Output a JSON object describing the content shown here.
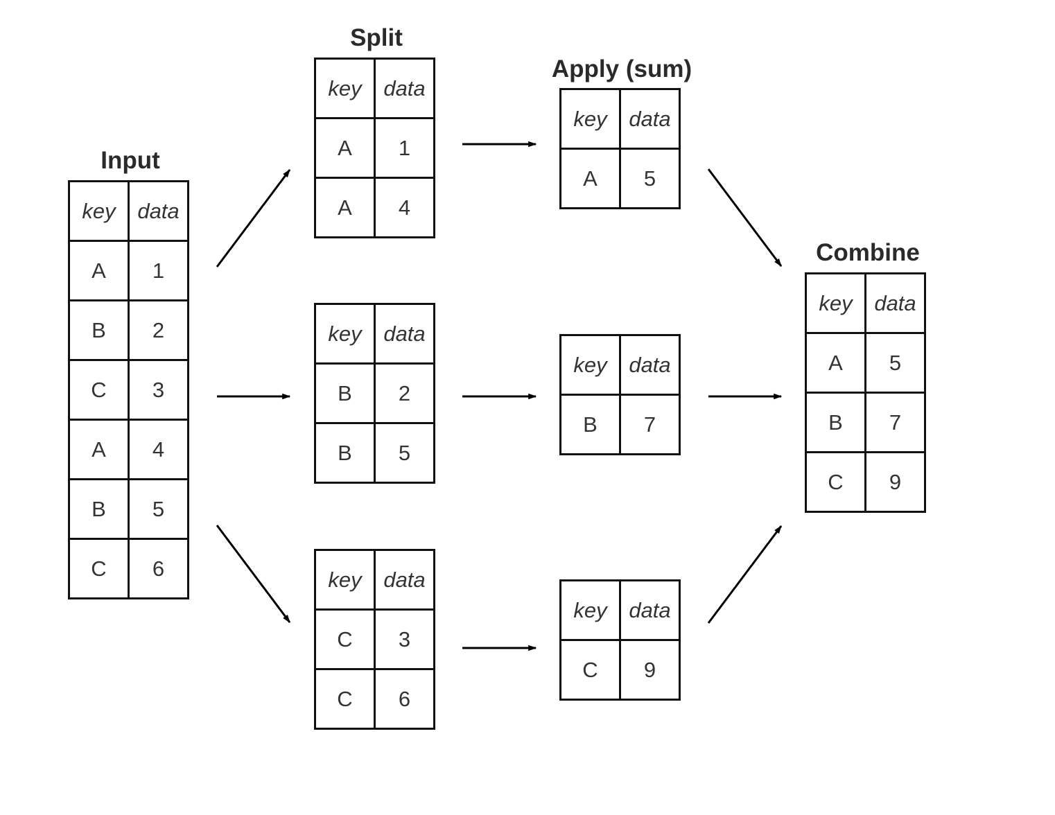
{
  "titles": {
    "input": "Input",
    "split": "Split",
    "apply": "Apply (sum)",
    "combine": "Combine"
  },
  "columns": {
    "key": "key",
    "data": "data"
  },
  "input": [
    [
      "A",
      "1"
    ],
    [
      "B",
      "2"
    ],
    [
      "C",
      "3"
    ],
    [
      "A",
      "4"
    ],
    [
      "B",
      "5"
    ],
    [
      "C",
      "6"
    ]
  ],
  "split": [
    [
      [
        "A",
        "1"
      ],
      [
        "A",
        "4"
      ]
    ],
    [
      [
        "B",
        "2"
      ],
      [
        "B",
        "5"
      ]
    ],
    [
      [
        "C",
        "3"
      ],
      [
        "C",
        "6"
      ]
    ]
  ],
  "apply": [
    [
      [
        "A",
        "5"
      ]
    ],
    [
      [
        "B",
        "7"
      ]
    ],
    [
      [
        "C",
        "9"
      ]
    ]
  ],
  "combine": [
    [
      "A",
      "5"
    ],
    [
      "B",
      "7"
    ],
    [
      "C",
      "9"
    ]
  ]
}
